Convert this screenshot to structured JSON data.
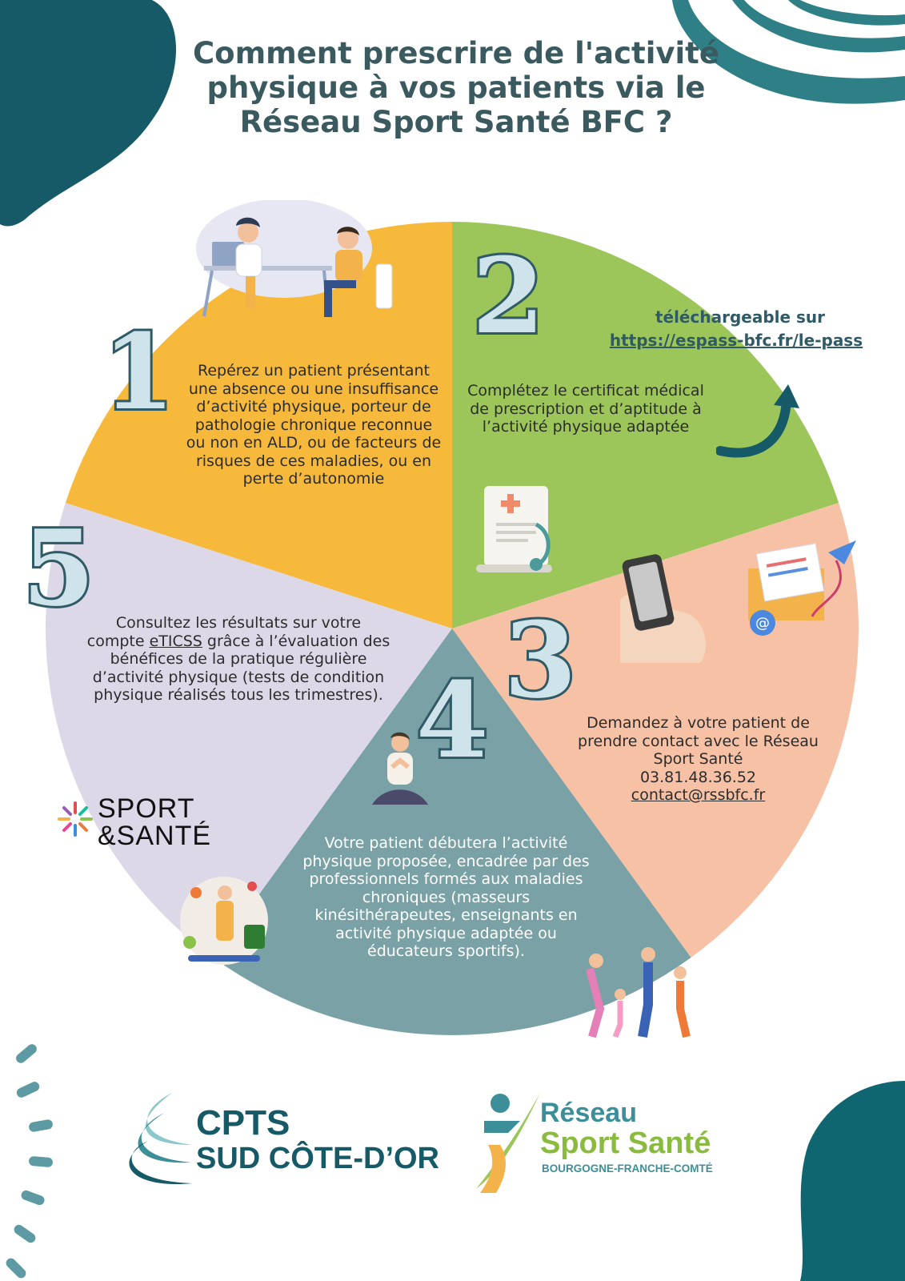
{
  "title": "Comment prescrire de l'activité physique à vos patients via le Réseau Sport Santé BFC ?",
  "colors": {
    "segment1": "#f6b93b",
    "segment2": "#9cc65a",
    "segment3": "#f7c1a6",
    "segment4": "#7aa2a6",
    "segment5": "#ddd8e8",
    "dark_teal": "#155a66",
    "title": "#3a5a5f"
  },
  "steps": [
    {
      "number": "1",
      "text": "Repérez un patient présentant une absence ou une insuffisance d’activité physique, porteur de pathologie chronique reconnue ou non en ALD, ou de facteurs de risques de ces maladies, ou en perte d’autonomie"
    },
    {
      "number": "2",
      "text": "Complétez le certificat médical de prescription et d’aptitude à l’activité physique adaptée"
    },
    {
      "number": "3",
      "text": "Demandez à votre patient de prendre contact avec le Réseau Sport Santé",
      "phone": "03.81.48.36.52",
      "email": "contact@rssbfc.fr"
    },
    {
      "number": "4",
      "text": "Votre patient débutera l’activité physique proposée, encadrée par des professionnels formés aux maladies chroniques (masseurs kinésithérapeutes, enseignants en activité physique adaptée ou éducateurs sportifs)."
    },
    {
      "number": "5",
      "text_before": "Consultez les résultats sur votre compte ",
      "link": "eTICSS",
      "text_after": " grâce à l’évaluation des bénéfices de la pratique régulière d’activité physique (tests de condition physique réalisés tous les trimestres)."
    }
  ],
  "download": {
    "label": "téléchargeable sur",
    "url": "https://espass-bfc.fr/le-pass"
  },
  "logos": {
    "sport_sante": {
      "line1": "SPORT",
      "line2": "&SANTÉ"
    },
    "cpts": {
      "line1": "CPTS",
      "line2": "SUD CÔTE-D’OR"
    },
    "rss": {
      "line1": "Réseau",
      "line2": "Sport Santé",
      "line3": "BOURGOGNE-FRANCHE-COMTÉ"
    }
  },
  "icons": [
    "doctor-consultation-icon",
    "medical-certificate-icon",
    "phone-hand-icon",
    "email-envelope-icon",
    "yoga-person-icon",
    "family-exercise-icon",
    "sports-collage-icon",
    "curved-arrow-icon"
  ]
}
